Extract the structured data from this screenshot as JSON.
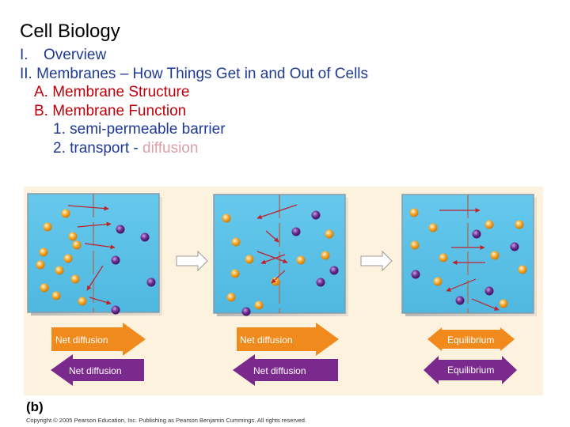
{
  "title": "Cell Biology",
  "outline": [
    {
      "num": "I.",
      "text": "Overview"
    },
    {
      "text": "II. Membranes – How Things Get in and Out of Cells"
    },
    {
      "text": "A. Membrane Structure"
    },
    {
      "text": "B. Membrane Function"
    },
    {
      "text": "1. semi-permeable barrier"
    },
    {
      "prefix": "2. transport - ",
      "highlight": "diffusion"
    }
  ],
  "figure": {
    "panel_label": "(b)",
    "copyright": "Copyright © 2005 Pearson Education, Inc. Publishing as Pearson Benjamin Cummings. All rights reserved.",
    "arrows": [
      {
        "label": "Net diffusion"
      },
      {
        "label": "Net diffusion"
      },
      {
        "label": "Equilibrium"
      },
      {
        "label": "Net diffusion"
      },
      {
        "label": "Net diffusion"
      },
      {
        "label": "Equilibrium"
      }
    ],
    "colors": {
      "water": "#5ec3e8",
      "orange_molecule": "#f5a623",
      "purple_molecule": "#6a2c91",
      "orange_arrow": "#f08a1c",
      "purple_arrow": "#7a2a8c",
      "background": "#fdf2de"
    }
  }
}
